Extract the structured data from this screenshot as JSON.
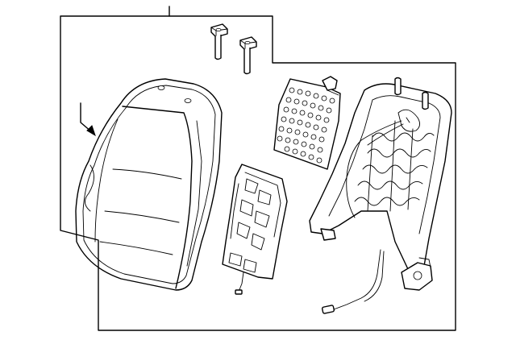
{
  "diagram": {
    "colors": {
      "line": "#000000",
      "background": "#ffffff"
    },
    "parts": [
      {
        "name": "seat-back-cover",
        "icon": "seat-back-cover-icon"
      },
      {
        "name": "headrest-guide-left",
        "icon": "headrest-guide-icon"
      },
      {
        "name": "headrest-guide-right",
        "icon": "headrest-guide-icon"
      },
      {
        "name": "heater-pad",
        "icon": "perforated-pad-icon"
      },
      {
        "name": "lumbar-support",
        "icon": "lumbar-support-icon"
      },
      {
        "name": "seat-back-frame",
        "icon": "seat-frame-icon"
      }
    ]
  }
}
